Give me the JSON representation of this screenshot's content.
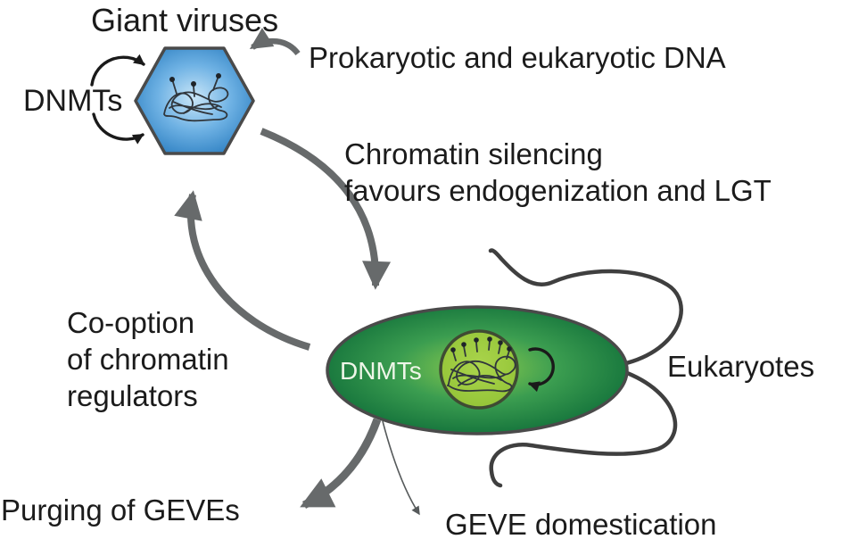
{
  "virus": {
    "title": "Giant viruses",
    "dnmts_label": "DNMTs",
    "icon": "virus-capsid-icon"
  },
  "cell": {
    "label": "Eukaryotes",
    "dnmts_label": "DNMTs",
    "icon": "eukaryote-cell-icon"
  },
  "annotations": {
    "input_dna": "Prokaryotic and eukaryotic DNA",
    "silencing_line1": "Chromatin silencing",
    "silencing_line2": "favours endogenization and LGT",
    "co_option_line1": "Co-option",
    "co_option_line2": "of chromatin",
    "co_option_line3": "regulators",
    "purging": "Purging of GEVEs",
    "domestication": "GEVE domestication"
  },
  "icons": {
    "virus_capsid": "hexagon-capsid-icon",
    "virus_chromatin": "chromatin-tangle-icon",
    "nucleus_chromatin": "chromatin-tangle-icon",
    "dnmt_cycle_left": "cycle-arrow-icon",
    "nucleus_cycle": "cycle-arrow-icon",
    "flagella": "flagella-icon",
    "arrow_in": "curved-arrow-icon",
    "arrow_down": "curved-arrow-icon",
    "arrow_up": "curved-arrow-icon",
    "arrow_purge": "curved-arrow-icon",
    "arrow_domestication": "thin-curved-arrow-icon"
  },
  "colors": {
    "text": "#1b1b1b",
    "arrow_gray": "#676a6b",
    "arrow_black": "#1a1a1a",
    "thin_arrow_gray": "#565a5b",
    "flagella_gray": "#3f3f3f",
    "outline": "#4a4a4a",
    "virus_fill_center": "#c9e6f8",
    "virus_fill_mid": "#6fb2e4",
    "virus_fill_edge": "#2a7dc0",
    "cell_fill_center": "#8bcb4e",
    "cell_fill_mid": "#3b9d50",
    "cell_fill_edge": "#0c6a37",
    "nucleus_fill_center": "#aad44c",
    "nucleus_fill_edge": "#93c437",
    "nucleus_outline": "#3f4b33",
    "chromatin": "#30363c",
    "dnmts_cell_text": "#eef6e8"
  }
}
